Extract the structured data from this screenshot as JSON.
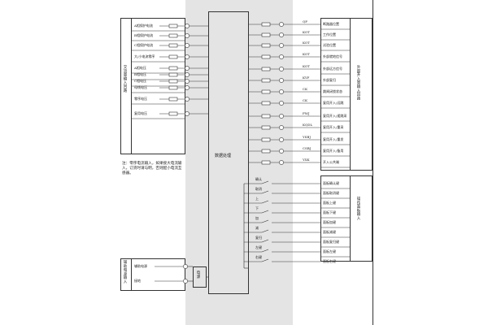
{
  "center_title": "数据处理",
  "power_label": "电源",
  "left_group_ac_label": "交流量输入回路",
  "left_ac_items": [
    "A相保护电流",
    "B相保护电流",
    "C相保护电流",
    "大/小电流零序",
    "A相电压",
    "B相电压",
    "C相电压",
    "母线电压",
    "零序电压",
    "复用电压"
  ],
  "left_dc_group_label": "辅助电源输入",
  "left_dc_items": [
    "辅助电源",
    "接地"
  ],
  "note_text": "注：零序电流输入，如果接大电流输入，订货时请与明，否则配小电流互感器。",
  "right_top_items": [
    "断路器位置",
    "工作位置",
    "试验位置",
    "外部就地信号",
    "外部远方信号",
    "外部复归",
    "跳闸闭锁状态",
    "复用开入/远跳",
    "复用开入/遥跳采",
    "复用开入/重采",
    "复用开入/重发",
    "复用开入/备用",
    "开入公共端"
  ],
  "right_top_group_label": "外部开入量输入回路",
  "right_bottom_items": [
    "面板确认键",
    "面板取消键",
    "面板上键",
    "面板下键",
    "面板加键",
    "面板减键",
    "面板复归键",
    "面板左键",
    "面板右键"
  ],
  "right_bottom_group_label": "操作面板输入",
  "right_terminals": [
    "QF",
    "KOT",
    "KOT",
    "KOT",
    "KOT",
    "KYF",
    "CK",
    "CK",
    "FWJ",
    "KQDL",
    "YSBJ",
    "CSBJ",
    "YXK"
  ],
  "relay_names": [
    "确认",
    "取消",
    "上",
    "下",
    "加",
    "减",
    "复归",
    "左键",
    "右键"
  ]
}
